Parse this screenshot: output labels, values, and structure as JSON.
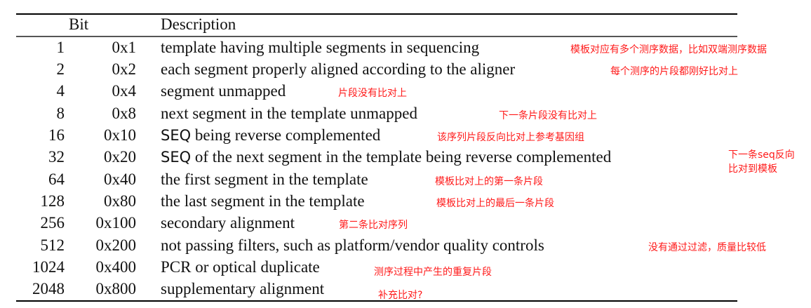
{
  "table": {
    "headers": {
      "bit": "Bit",
      "description": "Description"
    },
    "rows": [
      {
        "dec": "1",
        "hex": "0x1",
        "seq_prefix": "",
        "text": "template having multiple segments in sequencing",
        "note": "模板对应有多个测序数据，比如双端测序数据"
      },
      {
        "dec": "2",
        "hex": "0x2",
        "seq_prefix": "",
        "text": "each segment properly aligned according to the aligner",
        "note": "每个测序的片段都刚好比对上"
      },
      {
        "dec": "4",
        "hex": "0x4",
        "seq_prefix": "",
        "text": "segment unmapped",
        "note": "片段没有比对上"
      },
      {
        "dec": "8",
        "hex": "0x8",
        "seq_prefix": "",
        "text": "next segment in the template unmapped",
        "note": "下一条片段没有比对上"
      },
      {
        "dec": "16",
        "hex": "0x10",
        "seq_prefix": "SEQ",
        "text": " being reverse complemented",
        "note": "该序列片段反向比对上参考基因组"
      },
      {
        "dec": "32",
        "hex": "0x20",
        "seq_prefix": "SEQ",
        "text": " of the next segment in the template being reverse complemented",
        "note": "下一条seq反向",
        "note_line2": "比对到模板"
      },
      {
        "dec": "64",
        "hex": "0x40",
        "seq_prefix": "",
        "text": "the first segment in the template",
        "note": "模板比对上的第一条片段"
      },
      {
        "dec": "128",
        "hex": "0x80",
        "seq_prefix": "",
        "text": "the last segment in the template",
        "note": "模板比对上的最后一条片段"
      },
      {
        "dec": "256",
        "hex": "0x100",
        "seq_prefix": "",
        "text": "secondary alignment",
        "note": "第二条比对序列"
      },
      {
        "dec": "512",
        "hex": "0x200",
        "seq_prefix": "",
        "text": "not passing filters, such as platform/vendor quality controls",
        "note": "没有通过过滤，质量比较低"
      },
      {
        "dec": "1024",
        "hex": "0x400",
        "seq_prefix": "",
        "text": "PCR or optical duplicate",
        "note": "测序过程中产生的重复片段"
      },
      {
        "dec": "2048",
        "hex": "0x800",
        "seq_prefix": "",
        "text": "supplementary alignment",
        "note": "补充比对?"
      }
    ]
  },
  "colors": {
    "annotation": "#ff1a1a",
    "text": "#111111"
  }
}
